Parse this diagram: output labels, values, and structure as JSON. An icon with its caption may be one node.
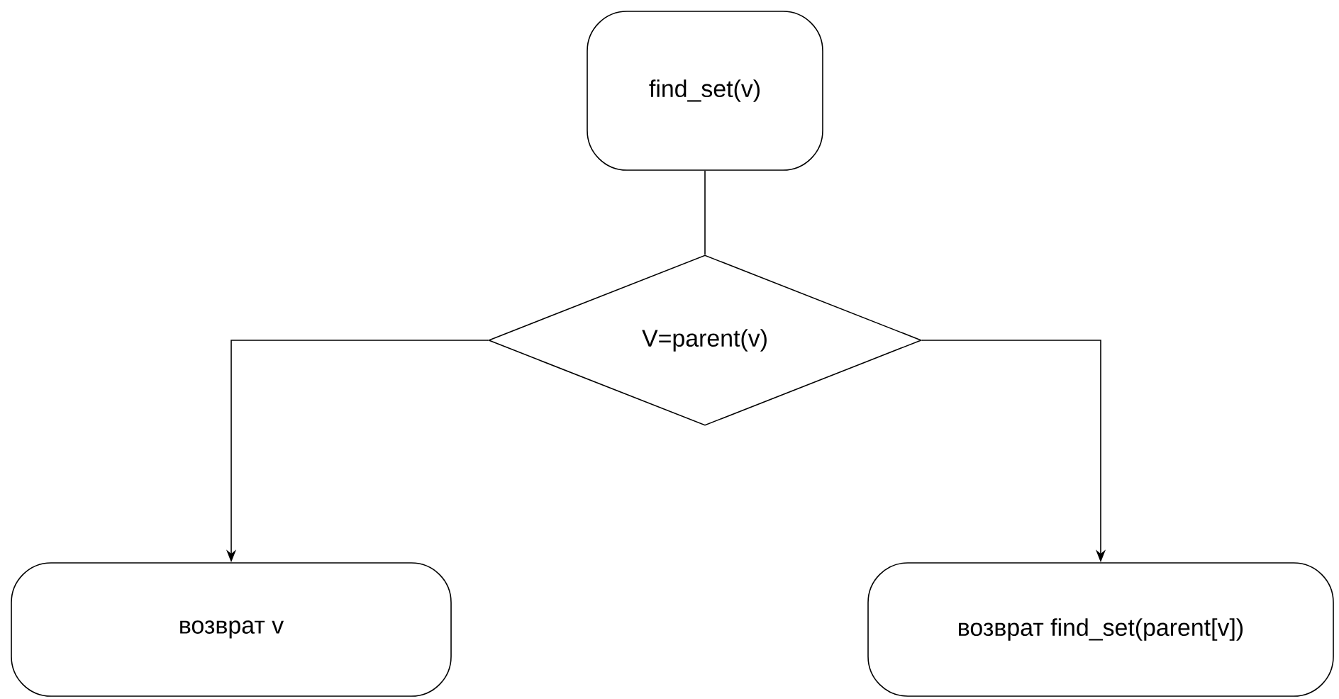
{
  "diagram": {
    "nodes": [
      {
        "text": [
          "find_set(v)"
        ]
      },
      {
        "text": [
          "V=parent(v)"
        ]
      },
      {
        "text": [
          "возврат v"
        ]
      },
      {
        "text": [
          "возврат find_set(parent[v])"
        ]
      }
    ],
    "edges": [
      {
        "from": 0,
        "to": 1,
        "arrow": "none"
      },
      {
        "from": 1,
        "to": 2,
        "arrow": "to"
      },
      {
        "from": 1,
        "to": 3,
        "arrow": "to"
      }
    ]
  }
}
